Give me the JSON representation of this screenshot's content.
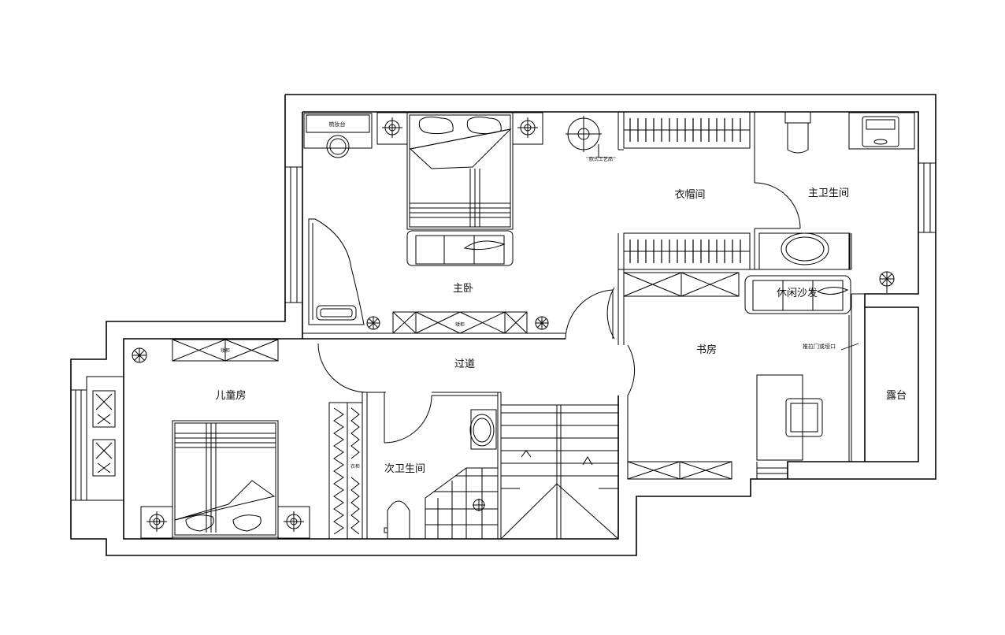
{
  "rooms": {
    "master_bedroom": "主卧",
    "cloakroom": "衣帽间",
    "master_bath": "主卫生间",
    "lounge_sofa": "休闲沙发",
    "study": "书房",
    "hallway": "过道",
    "kids_room": "儿童房",
    "second_bath": "次卫生间",
    "terrace": "露台"
  },
  "annotations": {
    "dresser": "梳妆台",
    "art_piece": "欧式工艺品",
    "low_cabinet_master": "矮柜",
    "low_cabinet_kids": "矮柜",
    "wardrobe": "衣柜",
    "sliding_door": "推拉门或垭口"
  },
  "style": {
    "line_color": "#000000",
    "background": "#ffffff"
  }
}
